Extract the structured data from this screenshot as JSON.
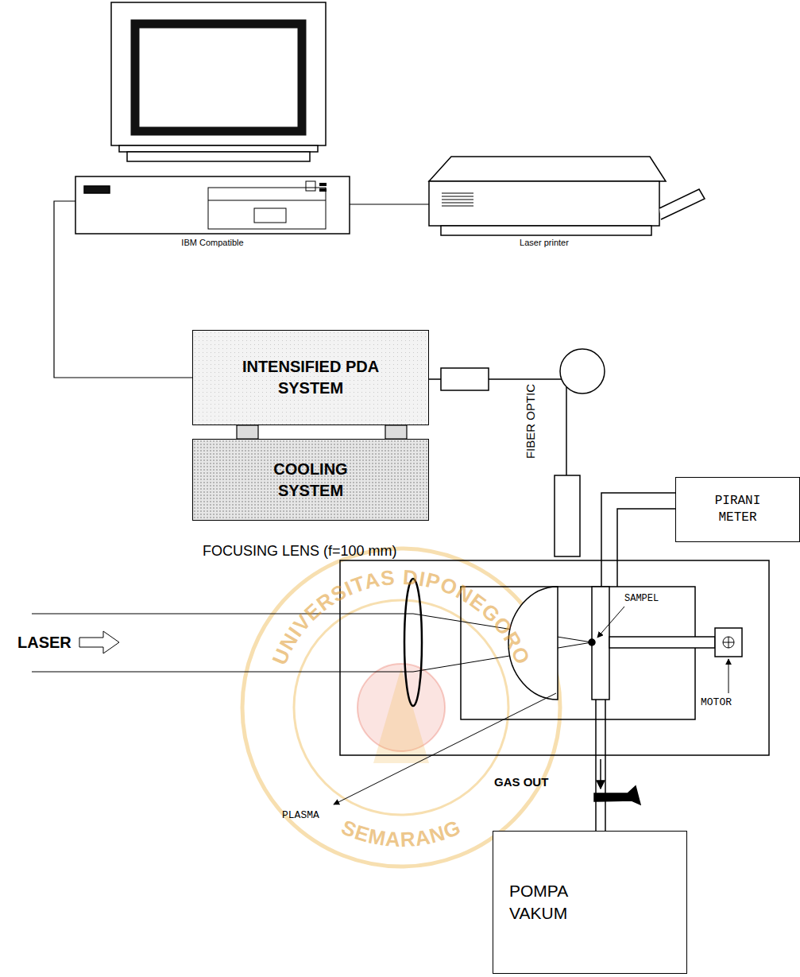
{
  "diagram": {
    "nodes": [
      {
        "text": [
          "IBM Compatible"
        ]
      },
      {
        "text": [
          "Laser printer"
        ]
      },
      {
        "text": [
          "INTENSIFIED PDA SYSTEM"
        ]
      },
      {
        "text": [
          "COOLING SYSTEM"
        ]
      },
      {
        "text": [
          "PIRANI METER"
        ]
      },
      {
        "text": [
          "POMPA VAKUM"
        ]
      }
    ],
    "edges": [
      {
        "from": 0,
        "to": 1,
        "arrow": "none"
      },
      {
        "from": 0,
        "to": 2,
        "arrow": "none"
      },
      {
        "from": 2,
        "to": 3,
        "arrow": "none"
      },
      {
        "from": 2,
        "to": 3,
        "arrow": "none"
      }
    ],
    "labels": [
      "FIBER OPTIC",
      "FOCUSING LENS (f=100 mm)",
      "LASER",
      "SAMPEL",
      "MOTOR",
      "PLASMA",
      "GAS OUT",
      "UNIVERSITAS DIPONEGORO",
      "SEMARANG"
    ]
  }
}
